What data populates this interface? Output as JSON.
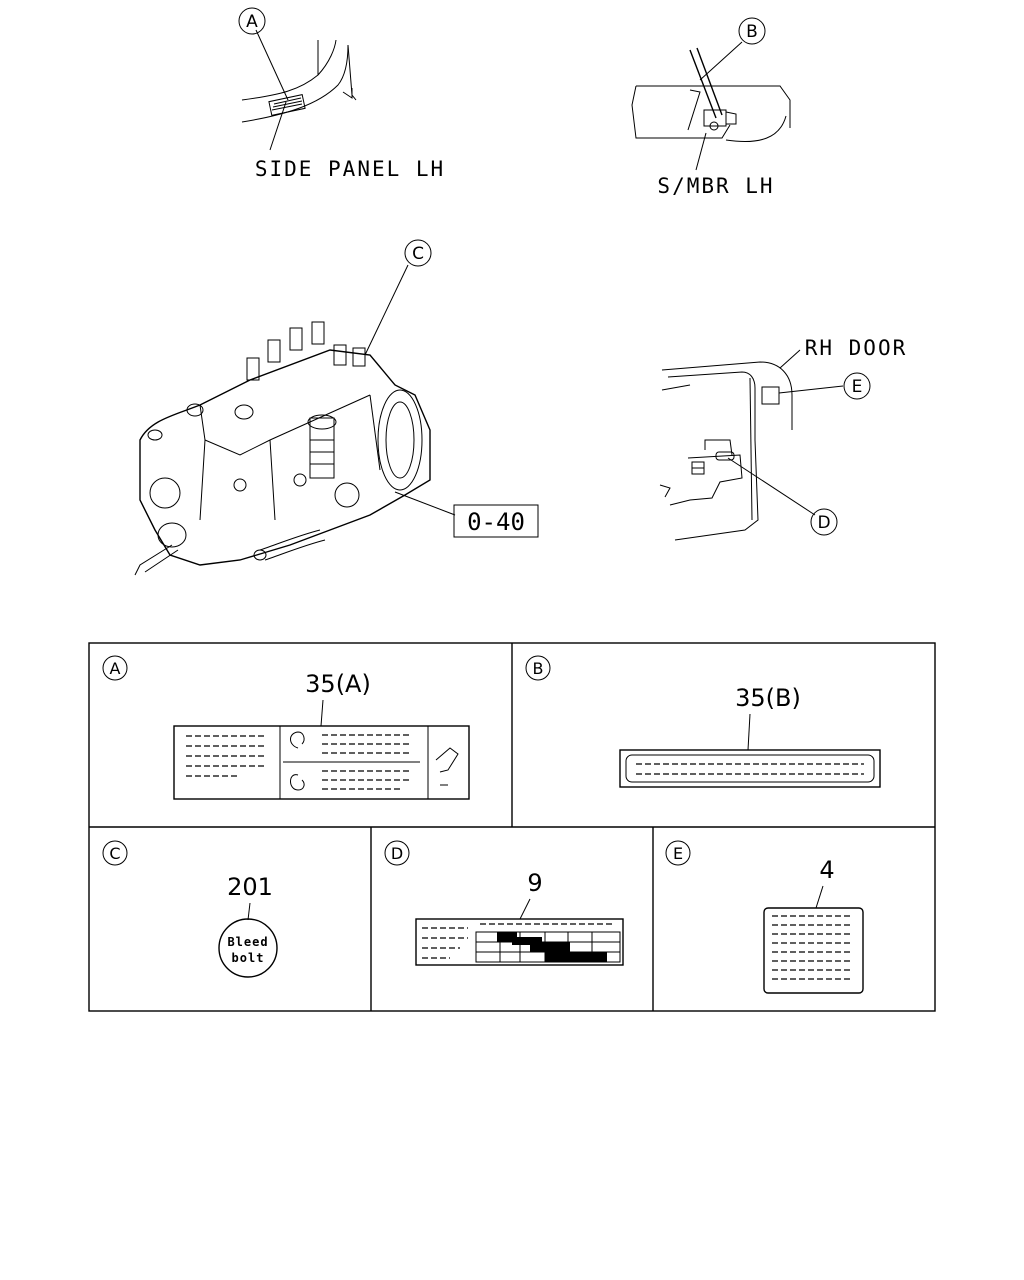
{
  "callouts": {
    "a": "A",
    "b": "B",
    "c": "C",
    "d": "D",
    "e": "E"
  },
  "locations": {
    "side_panel": "SIDE PANEL LH",
    "s_mbr": "S/MBR LH",
    "rh_door": "RH DOOR",
    "ref_box": "0-40"
  },
  "panels": {
    "a": {
      "letter": "A",
      "part_no": "35(A)"
    },
    "b": {
      "letter": "B",
      "part_no": "35(B)"
    },
    "c": {
      "letter": "C",
      "part_no": "201",
      "label_line1": "Bleed",
      "label_line2": "bolt"
    },
    "d": {
      "letter": "D",
      "part_no": "9"
    },
    "e": {
      "letter": "E",
      "part_no": "4"
    }
  }
}
